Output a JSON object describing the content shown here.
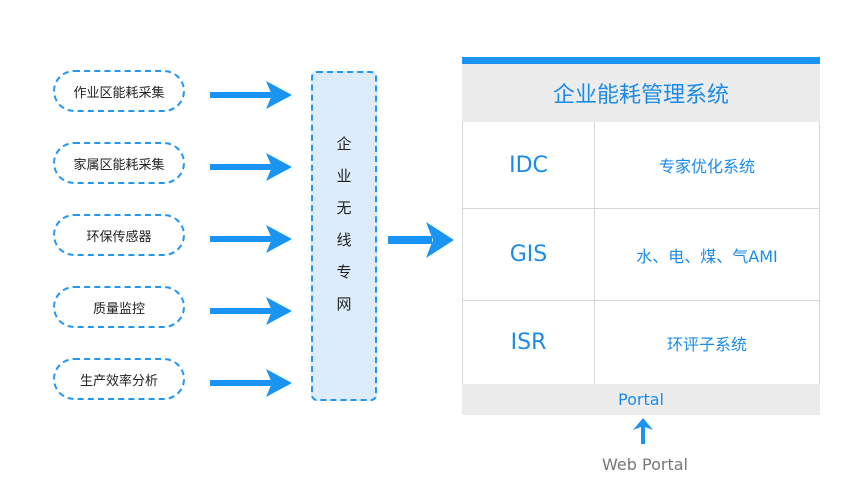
{
  "sources": [
    {
      "label": "作业区能耗采集"
    },
    {
      "label": "家属区能耗采集"
    },
    {
      "label": "环保传感器"
    },
    {
      "label": "质量监控"
    },
    {
      "label": "生产效率分析"
    }
  ],
  "network": {
    "chars": [
      "企",
      "业",
      "无",
      "线",
      "专",
      "网"
    ]
  },
  "system": {
    "title": "企业能耗管理系统",
    "rows": [
      {
        "code": "IDC",
        "name": "专家优化系统"
      },
      {
        "code": "GIS",
        "name": "水、电、煤、气AMI"
      },
      {
        "code": "ISR",
        "name": "环评子系统"
      }
    ],
    "portal": "Portal"
  },
  "web_portal": {
    "label": "Web Portal"
  },
  "colors": {
    "accent": "#1a94f2",
    "arrow": "#1a94f2",
    "box_fill": "#dcecfb",
    "band": "#ececec"
  }
}
